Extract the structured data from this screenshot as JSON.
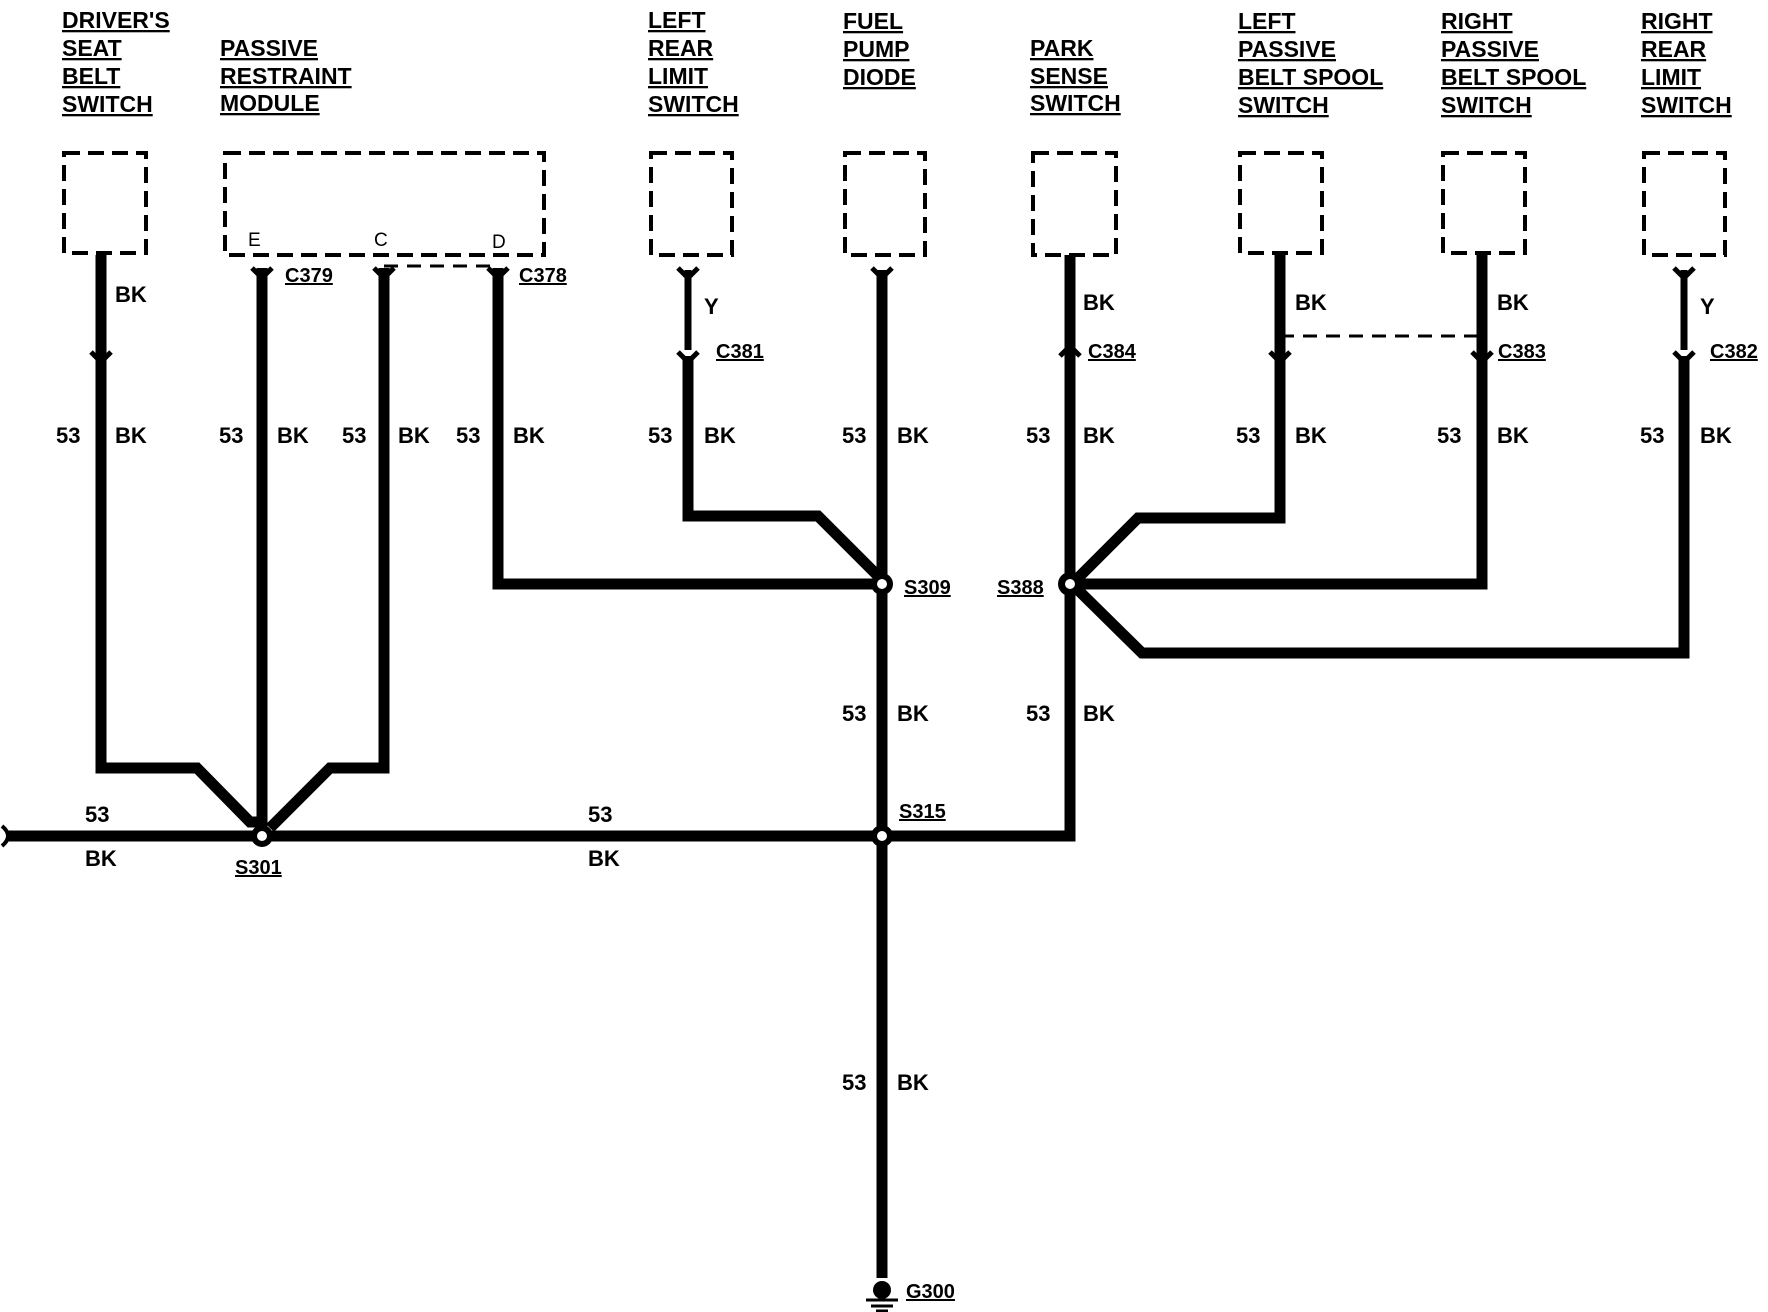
{
  "components": {
    "drivers_seat_belt_switch": [
      "DRIVER'S",
      "SEAT",
      "BELT",
      "SWITCH"
    ],
    "passive_restraint_module": [
      "PASSIVE",
      "RESTRAINT",
      "MODULE"
    ],
    "left_rear_limit_switch": [
      "LEFT",
      "REAR",
      "LIMIT",
      "SWITCH"
    ],
    "fuel_pump_diode": [
      "FUEL",
      "PUMP",
      "DIODE"
    ],
    "park_sense_switch": [
      "PARK",
      "SENSE",
      "SWITCH"
    ],
    "left_passive_belt_spool_switch": [
      "LEFT",
      "PASSIVE",
      "BELT SPOOL",
      "SWITCH"
    ],
    "right_passive_belt_spool_switch": [
      "RIGHT",
      "PASSIVE",
      "BELT SPOOL",
      "SWITCH"
    ],
    "right_rear_limit_switch": [
      "RIGHT",
      "REAR",
      "LIMIT",
      "SWITCH"
    ]
  },
  "pins": {
    "e": "E",
    "c": "C",
    "d": "D"
  },
  "connectors": {
    "c379": "C379",
    "c378": "C378",
    "c381": "C381",
    "c384": "C384",
    "c383": "C383",
    "c382": "C382"
  },
  "splices": {
    "s301": "S301",
    "s309": "S309",
    "s388": "S388",
    "s315": "S315"
  },
  "ground": "G300",
  "wire": {
    "circuit": "53",
    "black": "BK",
    "yellow": "Y"
  }
}
